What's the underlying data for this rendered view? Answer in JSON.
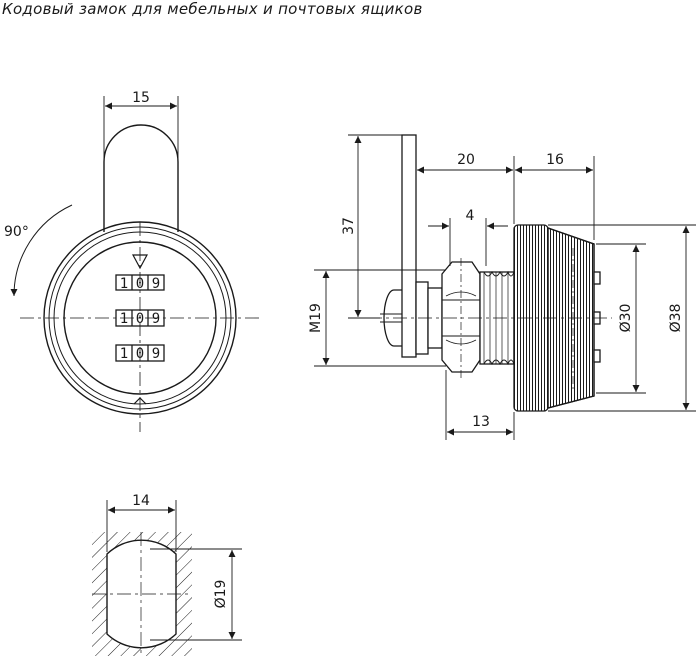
{
  "title": "Кодовый замок для мебельных и почтовых ящиков",
  "front_view": {
    "top_width": "15",
    "rotation": "90°",
    "dials": [
      "1",
      "0",
      "9"
    ]
  },
  "side_view": {
    "height": "37",
    "thread": "M19",
    "nut_width": "4",
    "body_depth": "20",
    "cap_depth": "16",
    "shaft_length": "13",
    "inner_diameter": "Ø30",
    "outer_diameter": "Ø38"
  },
  "hole_view": {
    "width": "14",
    "diameter": "Ø19"
  }
}
